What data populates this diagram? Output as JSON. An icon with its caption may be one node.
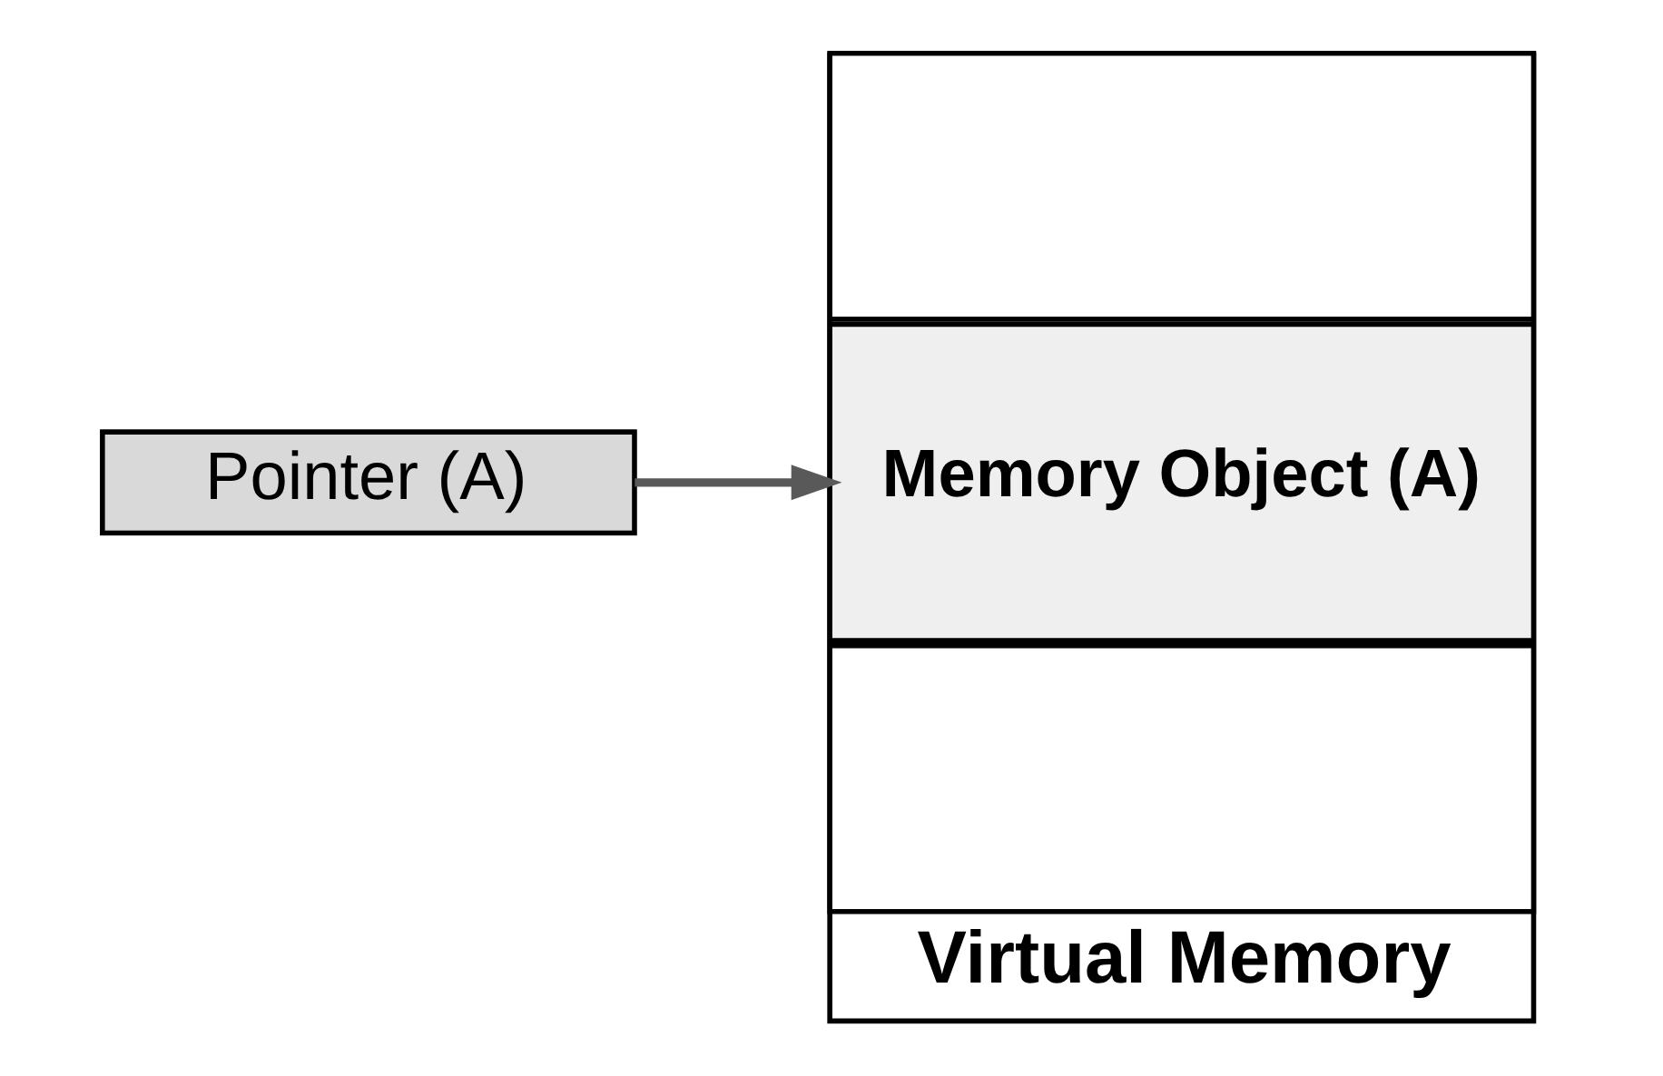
{
  "diagram": {
    "nodes": [
      {
        "text": [
          "Virtual Memory"
        ]
      },
      {
        "text": [],
        "shape": "box",
        "in": 0
      },
      {
        "text": [
          "Memory Object (A)"
        ],
        "in": 0
      },
      {
        "text": [],
        "shape": "box",
        "in": 0
      },
      {
        "text": [
          "Pointer (A)"
        ]
      }
    ],
    "edges": [
      {
        "from": 4,
        "to": 2,
        "arrow": "to"
      }
    ]
  }
}
